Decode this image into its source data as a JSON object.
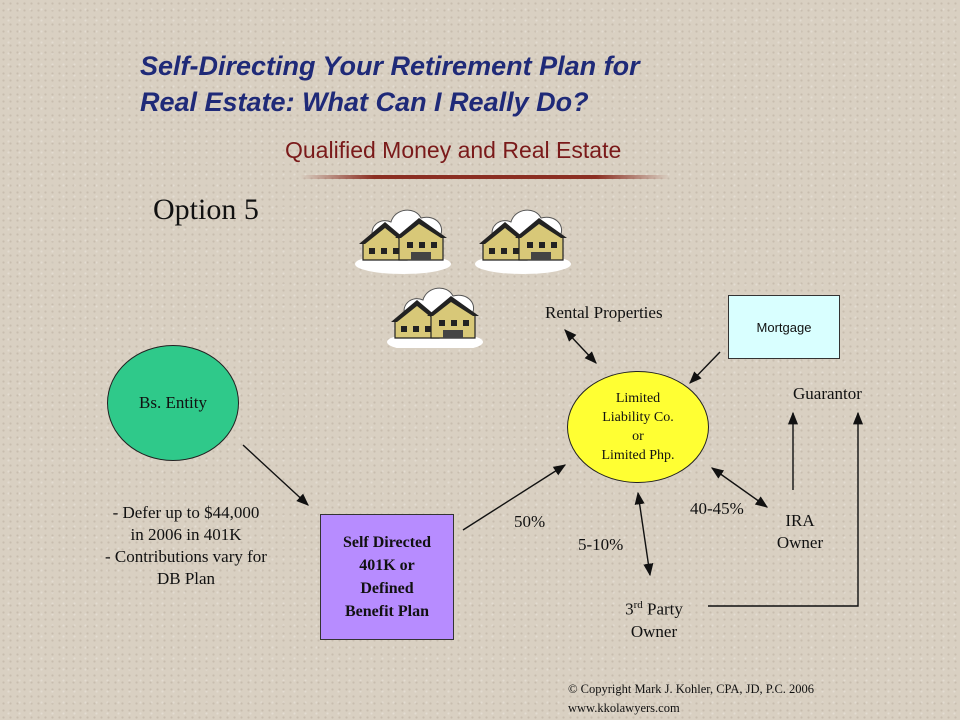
{
  "header": {
    "title_line1": "Self-Directing Your Retirement Plan for",
    "title_line2": "Real Estate: What Can I Really Do?",
    "subtitle": "Qualified Money and Real Estate"
  },
  "option_label": "Option 5",
  "nodes": {
    "rental_properties": "Rental Properties",
    "mortgage": "Mortgage",
    "bs_entity": "Bs. Entity",
    "llc": "Limited\nLiability Co.\nor\nLimited Php.",
    "guarantor": "Guarantor",
    "ira_owner": "IRA\nOwner",
    "plan": "Self Directed\n401K or\nDefined\nBenefit Plan",
    "third_party_sup": "rd",
    "third_party_pre": "3",
    "third_party_post": " Party",
    "third_party_line2": "Owner"
  },
  "percentages": {
    "plan_share": "50%",
    "third_party_share": "5-10%",
    "ira_share": "40-45%"
  },
  "notes": {
    "contributions": "- Defer up to $44,000\nin 2006 in 401K\n- Contributions vary for\nDB Plan"
  },
  "footer": {
    "copyright": "© Copyright Mark J. Kohler, CPA, JD, P.C. 2006",
    "website": "www.kkolawyers.com"
  },
  "colors": {
    "title": "#1f2a78",
    "subtitle": "#7a1a1a",
    "entity_fill": "#2fc98a",
    "llc_fill": "#ffff33",
    "mortgage_fill": "#d9ffff",
    "plan_fill": "#b78cff"
  },
  "icons": [
    "house-icon",
    "house-icon",
    "house-icon"
  ]
}
